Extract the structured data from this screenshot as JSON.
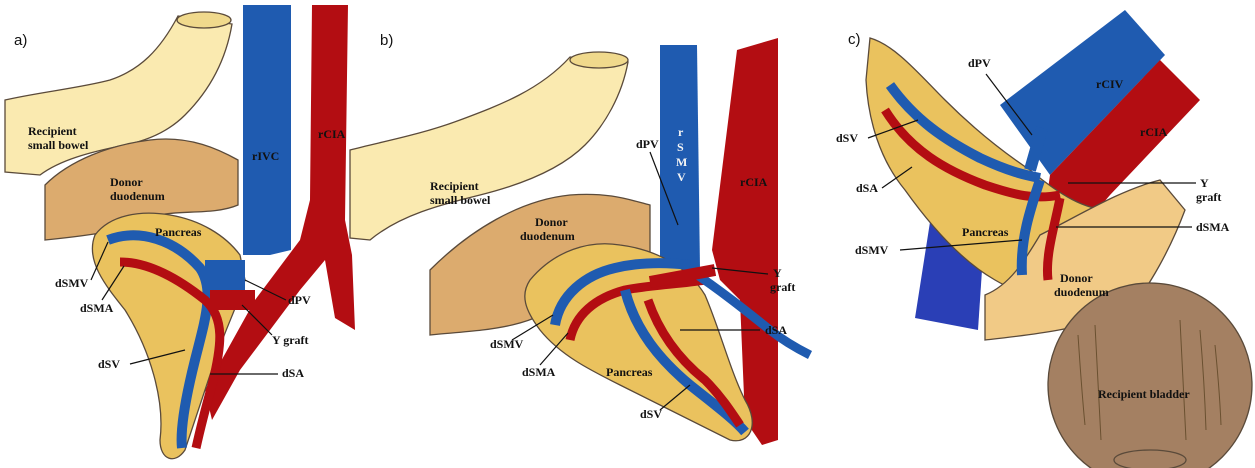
{
  "panels": [
    {
      "label": "a)",
      "labels": {
        "small_bowel_1": "Recipient",
        "small_bowel_2": "small bowel",
        "duodenum_1": "Donor",
        "duodenum_2": "duodenum",
        "pancreas": "Pancreas",
        "rivc": "rIVC",
        "rcia": "rCIA",
        "dsmv": "dSMV",
        "dsma": "dSMA",
        "dpv": "dPV",
        "ygraft": "Y graft",
        "dsv": "dSV",
        "dsa": "dSA"
      }
    },
    {
      "label": "b)",
      "labels": {
        "small_bowel_1": "Recipient",
        "small_bowel_2": "small bowel",
        "duodenum_1": "Donor",
        "duodenum_2": "duodenum",
        "rsmv_r": "r",
        "rsmv_s": "S",
        "rsmv_m": "M",
        "rsmv_v": "V",
        "rcia": "rCIA",
        "dpv": "dPV",
        "y1": "Y",
        "y2": "graft",
        "dsmv": "dSMV",
        "dsma": "dSMA",
        "dsa": "dSA",
        "pancreas": "Pancreas",
        "dsv": "dSV"
      }
    },
    {
      "label": "c)",
      "labels": {
        "dpv": "dPV",
        "rciv": "rCIV",
        "rcia": "rCIA",
        "dsv": "dSV",
        "dsa": "dSA",
        "y1": "Y",
        "y2": "graft",
        "dsma": "dSMA",
        "dsmv": "dSMV",
        "pancreas": "Pancreas",
        "duodenum_1": "Donor",
        "duodenum_2": "duodenum",
        "bladder": "Recipient bladder"
      }
    }
  ],
  "colors": {
    "vein": "#1f5bb0",
    "artery": "#b30d12",
    "pancreas": "#eac25e",
    "duodenum": "#dcab6e",
    "small_bowel": "#faeab0",
    "bladder": "#a48062",
    "dark_vein": "#2a3fb6"
  }
}
